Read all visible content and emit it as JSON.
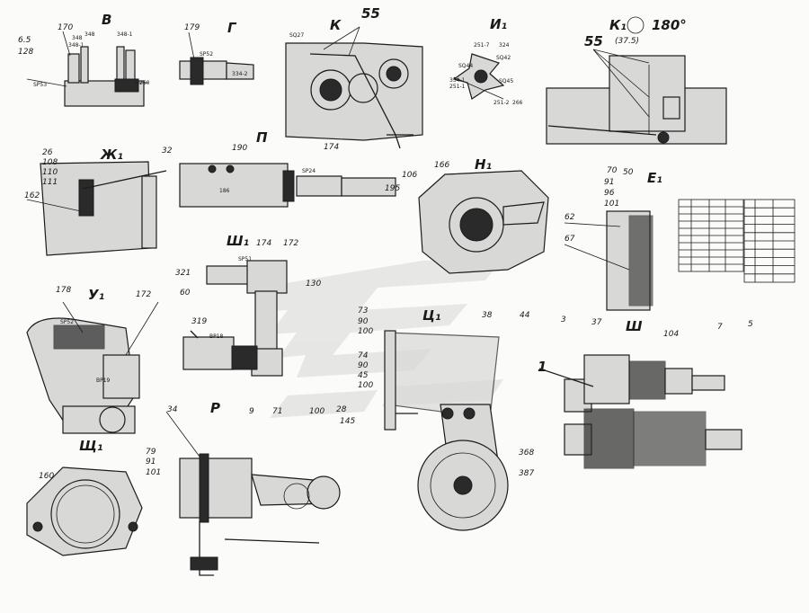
{
  "views": {
    "v": "В",
    "g": "Г",
    "k": "К",
    "i1": "И₁",
    "k1": "К₁",
    "k1_angle": "180°",
    "k1_ref": "(37.5)",
    "zh1": "Ж₁",
    "p": "П",
    "n1": "Н₁",
    "e1": "Е₁",
    "sh1": "Ш₁",
    "u1": "У₁",
    "ts1": "Ц₁",
    "sh": "Ш",
    "r": "Р",
    "shch1": "Щ₁"
  },
  "labels": {
    "l65": "6.5",
    "l128": "128",
    "l170": "170",
    "l348a": "348",
    "l348b": "348",
    "l348_1a": "348-1",
    "l348_1b": "348-1",
    "sp53": "SP53",
    "l260": "260",
    "l179": "179",
    "sp52": "SP52",
    "l334_2": "334-2",
    "sq27": "SQ27",
    "l55a": "55",
    "l55b": "55",
    "l251_7": "251-7",
    "l324": "324",
    "sq42": "SQ42",
    "sq44": "SQ44",
    "sq45": "SQ45",
    "l334_1": "334-1",
    "l251_1": "251-1",
    "l251_2": "251-2",
    "l266": "266",
    "l26": "26",
    "l108": "108",
    "l110": "110",
    "l111": "111",
    "l32": "32",
    "l162": "162",
    "l190": "190",
    "l174a": "174",
    "sp24": "SP24",
    "l195": "195",
    "l186": "186",
    "l106": "106",
    "l166": "166",
    "l70": "70",
    "l50": "50",
    "l91a": "91",
    "l96": "96",
    "l101a": "101",
    "l62": "62",
    "l67": "67",
    "l174b": "174",
    "l172a": "172",
    "sp51": "SP51",
    "l321": "321",
    "l130": "130",
    "l319": "319",
    "bp18": "BP18",
    "l178": "178",
    "l172b": "172",
    "l60": "60",
    "sp52b": "SP52",
    "bp19": "BP19",
    "l73": "73",
    "l90": "90",
    "l100a": "100",
    "l38": "38",
    "l44": "44",
    "l74": "74",
    "l90b": "90",
    "l45": "45",
    "l100b": "100",
    "l368": "368",
    "l387": "387",
    "l3": "3",
    "l37": "37",
    "l104": "104",
    "l7": "7",
    "l5": "5",
    "l1": "1",
    "l34": "34",
    "l9": "9",
    "l71": "71",
    "l100c": "100",
    "l28": "28",
    "l145": "145",
    "l79": "79",
    "l91b": "91",
    "l101b": "101",
    "l160": "160"
  },
  "table": {
    "rows": 10
  }
}
